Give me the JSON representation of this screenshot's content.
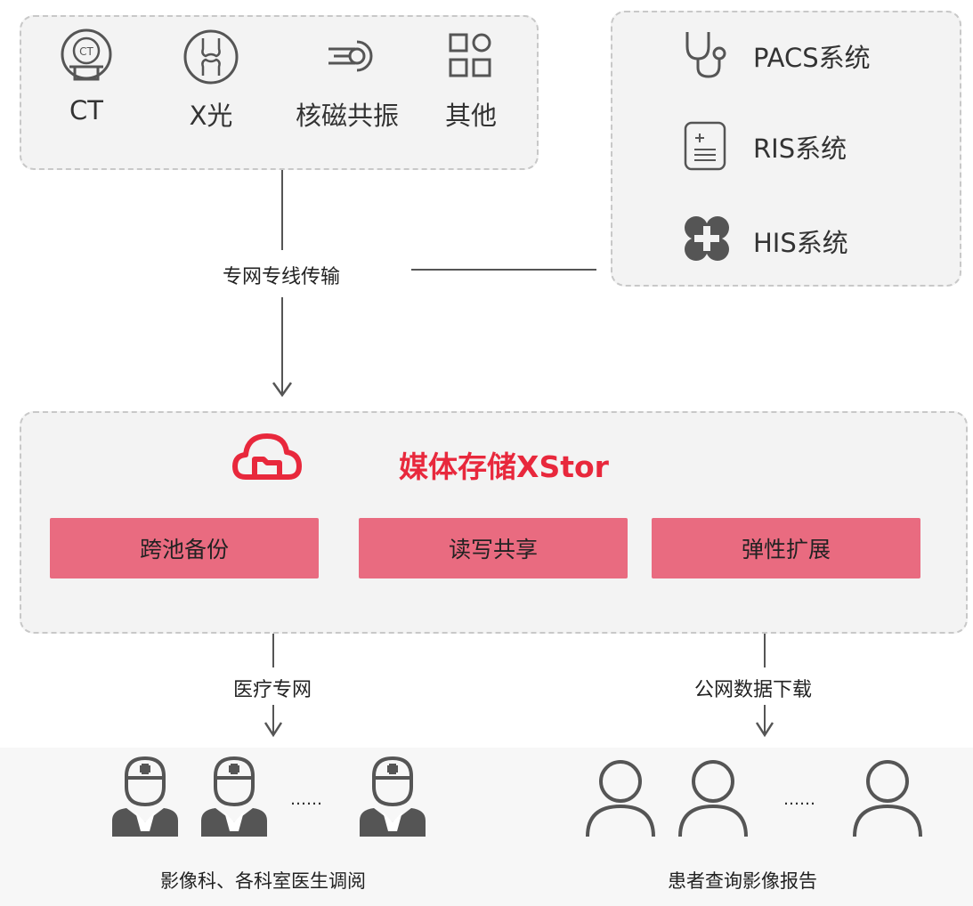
{
  "devices": [
    {
      "label": "CT",
      "icon": "ct-scanner-icon"
    },
    {
      "label": "X光",
      "icon": "xray-joint-icon"
    },
    {
      "label": "核磁共振",
      "icon": "mri-icon"
    },
    {
      "label": "其他",
      "icon": "grid-icon"
    }
  ],
  "systems": [
    {
      "label": "PACS系统",
      "icon": "stethoscope-icon"
    },
    {
      "label": "RIS系统",
      "icon": "document-icon"
    },
    {
      "label": "HIS系统",
      "icon": "medical-cross-icon"
    }
  ],
  "transfer_label": "专网专线传输",
  "xstor": {
    "title": "媒体存储XStor",
    "features": [
      "跨池备份",
      "读写共享",
      "弹性扩展"
    ]
  },
  "left_branch": {
    "label": "医疗专网",
    "ellipsis": "……",
    "caption": "影像科、各科室医生调阅"
  },
  "right_branch": {
    "label": "公网数据下载",
    "ellipsis": "……",
    "caption": "患者查询影像报告"
  },
  "colors": {
    "accent": "#e8283c",
    "feature_bg": "#e96b80",
    "panel_bg": "#f3f3f3",
    "icon_gray": "#555555"
  }
}
